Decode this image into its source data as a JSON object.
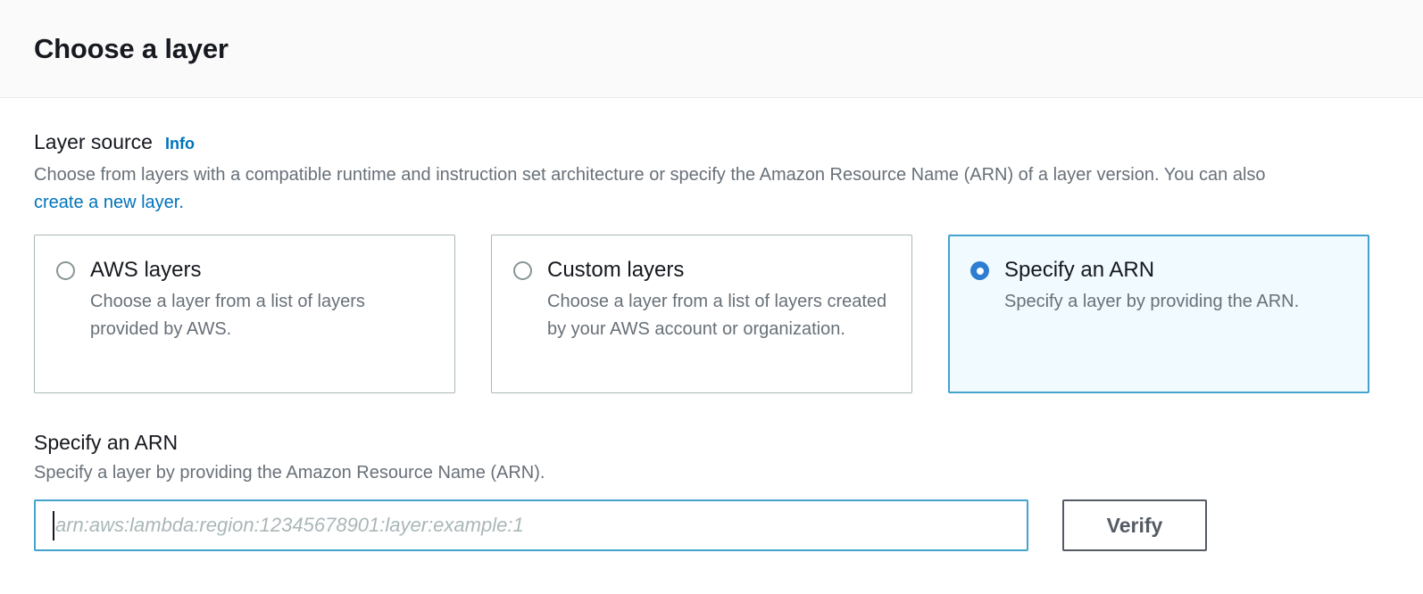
{
  "header": {
    "title": "Choose a layer"
  },
  "layer_source": {
    "label": "Layer source",
    "info_label": "Info",
    "description_part1": "Choose from layers with a compatible runtime and instruction set architecture or specify the Amazon Resource Name (ARN) of a layer version. You can also ",
    "description_link": "create a new layer.",
    "options": [
      {
        "title": "AWS layers",
        "description": "Choose a layer from a list of layers provided by AWS.",
        "selected": false
      },
      {
        "title": "Custom layers",
        "description": "Choose a layer from a list of layers created by your AWS account or organization.",
        "selected": false
      },
      {
        "title": "Specify an ARN",
        "description": "Specify a layer by providing the ARN.",
        "selected": true
      }
    ]
  },
  "arn_section": {
    "title": "Specify an ARN",
    "description": "Specify a layer by providing the Amazon Resource Name (ARN).",
    "input_value": "",
    "input_placeholder": "arn:aws:lambda:region:12345678901:layer:example:1",
    "verify_label": "Verify"
  },
  "colors": {
    "accent_blue": "#0073bb",
    "selected_border": "#44a3cd",
    "selected_background": "#f1faff",
    "radio_fill": "#2d7dd2",
    "text_primary": "#16191f",
    "text_secondary": "#687078",
    "button_border": "#545b64"
  }
}
